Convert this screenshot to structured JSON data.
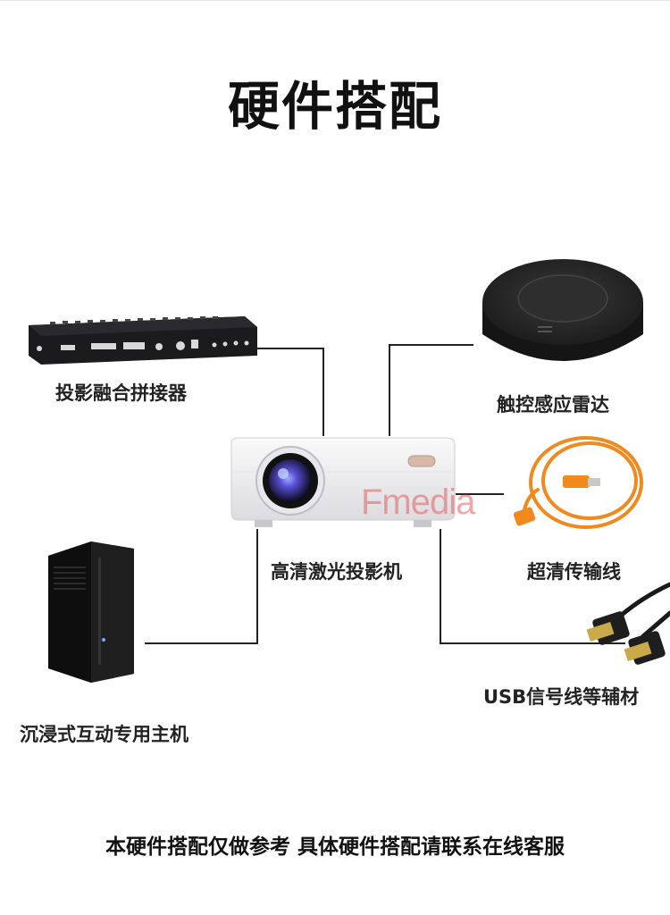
{
  "title": "硬件搭配",
  "center": {
    "label": "高清激光投影机"
  },
  "components": {
    "blender": {
      "label": "投影融合拼接器"
    },
    "radar": {
      "label": "触控感应雷达"
    },
    "cable": {
      "label": "超清传输线"
    },
    "usb": {
      "label": "USB信号线等辅材"
    },
    "host": {
      "label": "沉浸式互动专用主机"
    }
  },
  "watermark": "Fmedia",
  "footer": "本硬件搭配仅做参考 具体硬件搭配请联系在线客服",
  "colors": {
    "line": "#222222",
    "cable": "#f08a1e",
    "projector": "#f2f2f4",
    "radar": "#2b2b2b"
  }
}
